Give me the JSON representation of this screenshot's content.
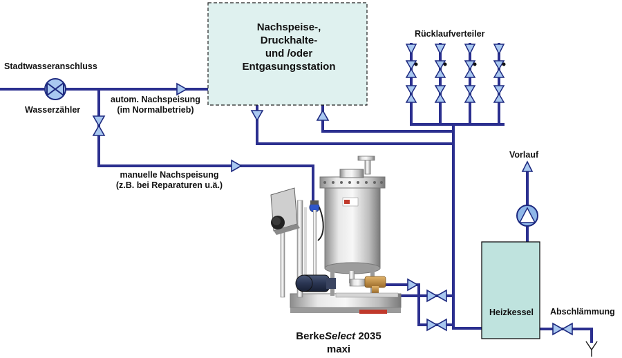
{
  "labels": {
    "city_water": "Stadtwasseranschluss",
    "water_meter": "Wasserzähler",
    "auto_feed_1": "autom. Nachspeisung",
    "auto_feed_2": "(im Normalbetrieb)",
    "manual_feed_1": "manuelle Nachspeisung",
    "manual_feed_2": "(z.B. bei Reparaturen u.ä.)",
    "return_manifold": "Rücklaufverteiler",
    "flow": "Vorlauf",
    "blowdown": "Abschlämmung",
    "boiler": "Heizkessel"
  },
  "station": {
    "line1": "Nachspeise-,",
    "line2": "Druckhalte-",
    "line3": "und /oder",
    "line4": "Entgasungsstation"
  },
  "product": {
    "brand": "Berke",
    "model_italic": "Select",
    "model_number": " 2035",
    "line2": "maxi"
  },
  "colors": {
    "pipe": "#2b2f8f",
    "station_fill": "#dff1ef",
    "boiler_fill": "#bfe3de",
    "valve_fill": "#a9c8f0",
    "valve_stroke": "#1e2a80",
    "pump_fill": "#8fb7e8"
  },
  "icons": {
    "meter": "water-meter-icon",
    "pump": "circulation-pump-icon",
    "valve": "gate-valve-icon",
    "check": "check-valve-icon",
    "drain": "drain-funnel-icon"
  }
}
